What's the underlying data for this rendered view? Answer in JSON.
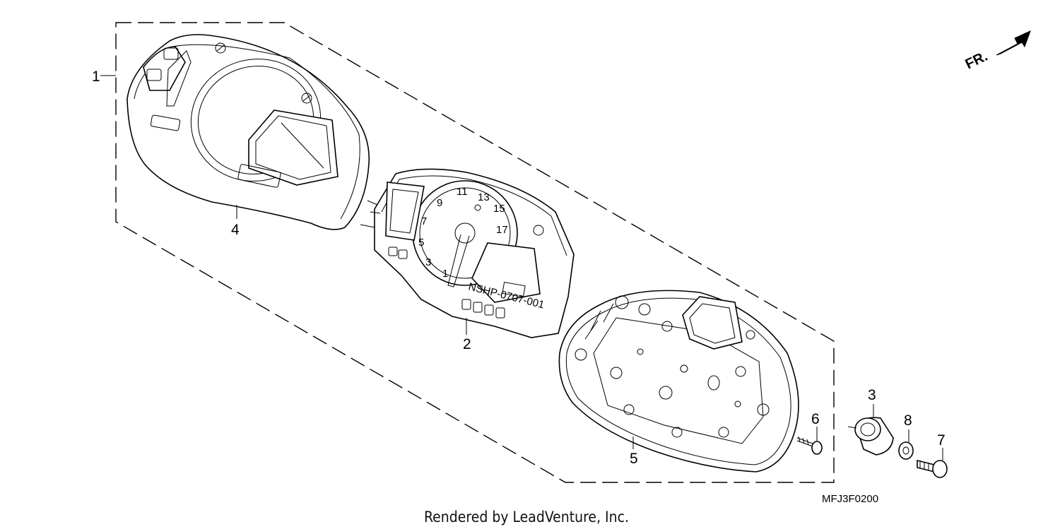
{
  "callouts": {
    "c1": "1",
    "c2": "2",
    "c3": "3",
    "c4": "4",
    "c5": "5",
    "c6": "6",
    "c7": "7",
    "c8": "8"
  },
  "direction_label": "FR.",
  "diagram_code": "MFJ3F0200",
  "credit": "Rendered by LeadVenture, Inc.",
  "dial": {
    "numbers": [
      "1",
      "3",
      "5",
      "7",
      "9",
      "11",
      "13",
      "15",
      "17"
    ],
    "serial": "NSHP-0707-001"
  }
}
